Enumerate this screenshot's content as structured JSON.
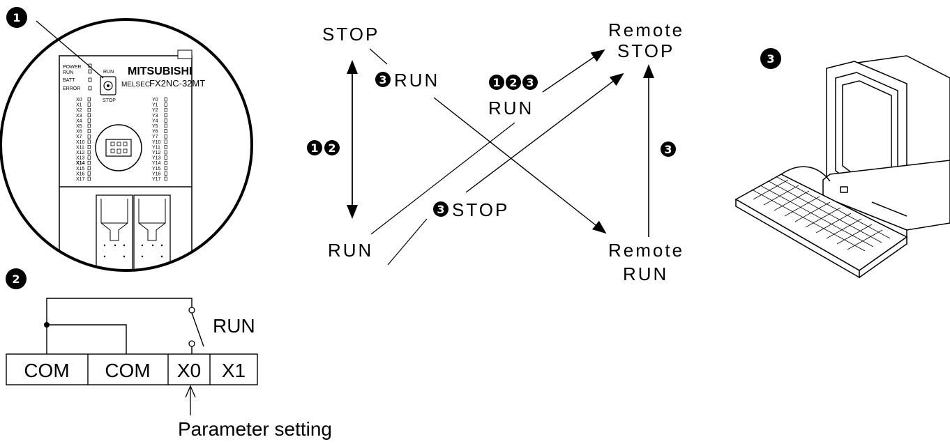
{
  "badges": {
    "one": "1",
    "two": "2",
    "three": "3"
  },
  "plc": {
    "brand": "MITSUBISHI",
    "series": "MELSEC",
    "model": "FX2NC-32MT",
    "switch_run": "RUN",
    "switch_stop": "STOP",
    "status_leds": [
      "POWER",
      "RUN",
      "BATT",
      "ERROR"
    ],
    "inputs": [
      "X0",
      "X1",
      "X2",
      "X3",
      "X4",
      "X5",
      "X6",
      "X7",
      "X10",
      "X11",
      "X12",
      "X13",
      "X14",
      "X15",
      "X16",
      "X17"
    ],
    "outputs": [
      "Y0",
      "Y1",
      "Y2",
      "Y3",
      "Y4",
      "Y5",
      "Y6",
      "Y7",
      "Y10",
      "Y11",
      "Y12",
      "Y13",
      "Y14",
      "Y15",
      "Y16",
      "Y17"
    ]
  },
  "transition_diagram": {
    "states": {
      "stop": "STOP",
      "run": "RUN",
      "remote_stop_line1": "Remote",
      "remote_stop_line2": "STOP",
      "remote_run_line1": "Remote",
      "remote_run_line2": "RUN"
    },
    "labels": {
      "three_run": "RUN",
      "one_two_three_run": "RUN",
      "three_stop": "STOP"
    }
  },
  "wiring": {
    "terminals": [
      "COM",
      "COM",
      "X0",
      "X1"
    ],
    "switch_label": "RUN",
    "annotation": "Parameter setting"
  }
}
